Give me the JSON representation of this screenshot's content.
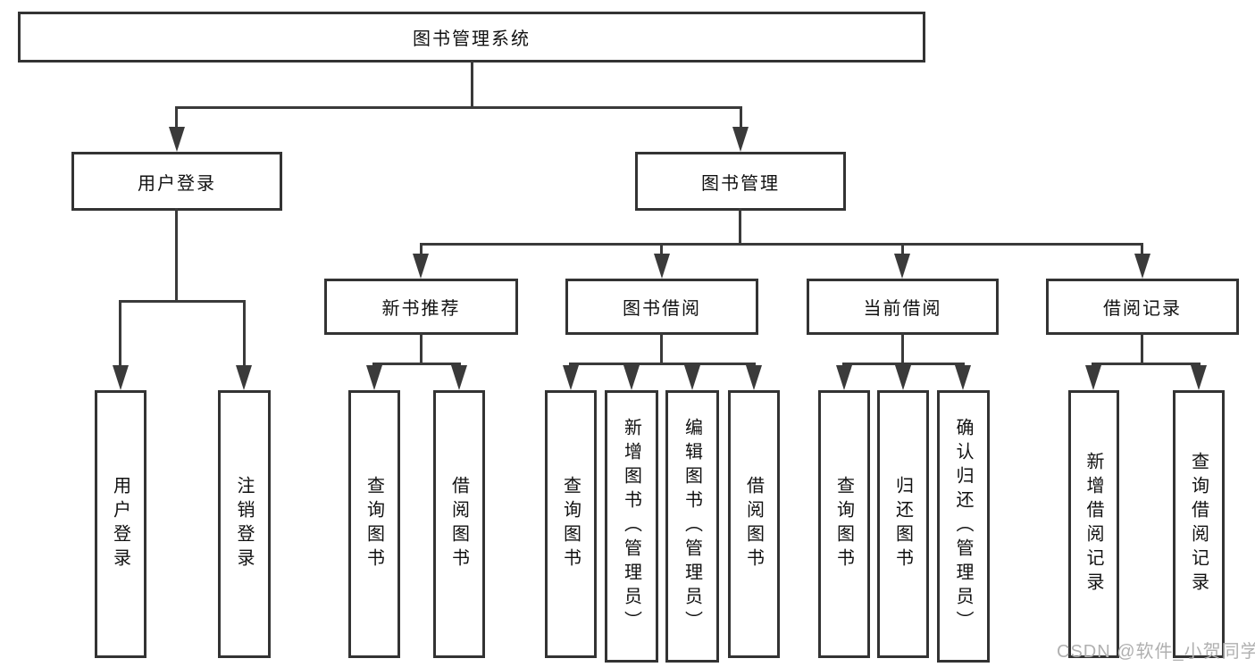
{
  "diagram": {
    "title": "图书管理系统",
    "level2": {
      "user_login": "用户登录",
      "book_management": "图书管理"
    },
    "level3": {
      "new_book_recommend": "新书推荐",
      "book_borrowing": "图书借阅",
      "current_borrowing": "当前借阅",
      "borrowing_records": "借阅记录"
    },
    "leaves": {
      "user_login": "用户登录",
      "logout": "注销登录",
      "nbr_query_books": "查询图书",
      "nbr_borrow_books": "借阅图书",
      "bb_query_books": "查询图书",
      "bb_add_book_admin": "新增图书（管理员）",
      "bb_edit_book_admin": "编辑图书（管理员）",
      "bb_borrow_books": "借阅图书",
      "cb_query_books": "查询图书",
      "cb_return_book": "归还图书",
      "cb_confirm_return_admin": "确认归还（管理员）",
      "br_add_record": "新增借阅记录",
      "br_query_record": "查询借阅记录"
    },
    "hierarchy": {
      "图书管理系统": [
        "用户登录",
        "图书管理"
      ],
      "用户登录": [
        "用户登录",
        "注销登录"
      ],
      "图书管理": [
        "新书推荐",
        "图书借阅",
        "当前借阅",
        "借阅记录"
      ],
      "新书推荐": [
        "查询图书",
        "借阅图书"
      ],
      "图书借阅": [
        "查询图书",
        "新增图书（管理员）",
        "编辑图书（管理员）",
        "借阅图书"
      ],
      "当前借阅": [
        "查询图书",
        "归还图书",
        "确认归还（管理员）"
      ],
      "借阅记录": [
        "新增借阅记录",
        "查询借阅记录"
      ]
    },
    "watermark": "CSDN @软件_小贺同学",
    "colors": {
      "line": "#3a3a3a",
      "border": "#333333",
      "text": "#111111",
      "watermark": "#b0b0b0",
      "background": "#ffffff"
    }
  }
}
